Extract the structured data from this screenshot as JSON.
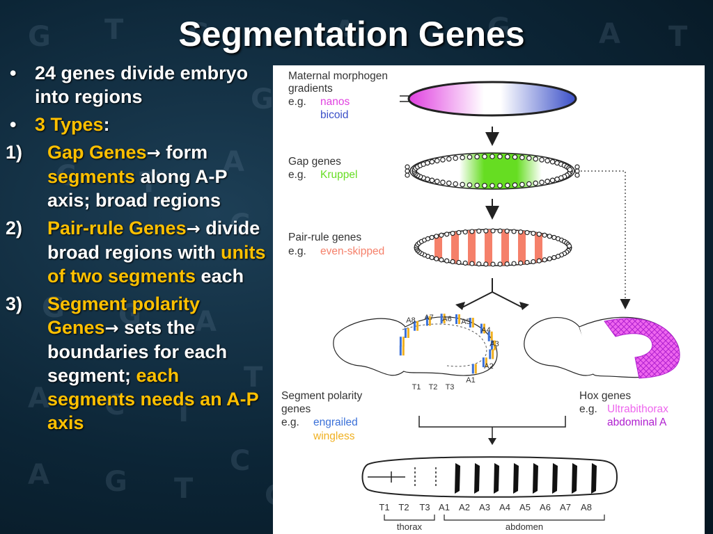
{
  "slide": {
    "title": "Segmentation Genes",
    "bullets": [
      {
        "marker": "•",
        "parts": [
          {
            "text": "24 genes divide embryo into regions",
            "hl": false
          }
        ]
      },
      {
        "marker": "•",
        "parts": [
          {
            "text": "3 Types",
            "hl": true
          },
          {
            "text": ":",
            "hl": false
          }
        ]
      },
      {
        "marker": "1)",
        "parts": [
          {
            "text": "Gap Genes",
            "hl": true
          },
          {
            "text": "→",
            "arrow": true
          },
          {
            "text": " form ",
            "hl": false
          },
          {
            "text": "segments",
            "hl": true
          },
          {
            "text": " along A-P axis; broad regions",
            "hl": false
          }
        ]
      },
      {
        "marker": "2)",
        "parts": [
          {
            "text": "Pair-rule Genes",
            "hl": true
          },
          {
            "text": "→",
            "arrow": true
          },
          {
            "text": " divide broad regions with ",
            "hl": false
          },
          {
            "text": "units of two segments",
            "hl": true
          },
          {
            "text": " each",
            "hl": false
          }
        ]
      },
      {
        "marker": "3)",
        "parts": [
          {
            "text": "Segment polarity Genes",
            "hl": true
          },
          {
            "text": "→",
            "arrow": true
          },
          {
            "text": " sets the boundaries for each segment; ",
            "hl": false
          },
          {
            "text": "each segments needs an A-P axis",
            "hl": true
          }
        ]
      }
    ],
    "background_letters": [
      "G",
      "T",
      "C",
      "A",
      "G",
      "A",
      "T",
      "C",
      "G",
      "A",
      "C",
      "T",
      "A",
      "G",
      "T",
      "C",
      "G",
      "G",
      "A",
      "T",
      "C",
      "C",
      "T",
      "A",
      "G"
    ]
  },
  "figure": {
    "maternal": {
      "label1": "Maternal morphogen",
      "label2": "gradients",
      "eg": "e.g.",
      "ex1": "nanos",
      "ex2": "bicoid",
      "color1": "#e040e0",
      "color2": "#3a4fc8"
    },
    "gap": {
      "label": "Gap genes",
      "eg": "e.g.",
      "ex": "Kruppel",
      "color": "#66dd22"
    },
    "pairrule": {
      "label": "Pair-rule genes",
      "eg": "e.g.",
      "ex": "even-skipped",
      "color": "#f5806a"
    },
    "segpol": {
      "label1": "Segment polarity",
      "label2": "genes",
      "eg": "e.g.",
      "ex1": "engrailed",
      "ex2": "wingless",
      "color1": "#3a70d8",
      "color2": "#f0b020"
    },
    "hox": {
      "label": "Hox genes",
      "eg": "e.g.",
      "ex1": "Ultrabithorax",
      "ex2": "abdominal A",
      "color1": "#ee66ee",
      "color2": "#b020d0"
    },
    "segment_labels": [
      "A8",
      "A7",
      "A6",
      "A5",
      "A4",
      "A3",
      "A2",
      "A1",
      "T3",
      "T2",
      "T1"
    ],
    "larva_labels": [
      "T1",
      "T2",
      "T3",
      "A1",
      "A2",
      "A3",
      "A4",
      "A5",
      "A6",
      "A7",
      "A8"
    ],
    "region_thorax": "thorax",
    "region_abdomen": "abdomen"
  }
}
